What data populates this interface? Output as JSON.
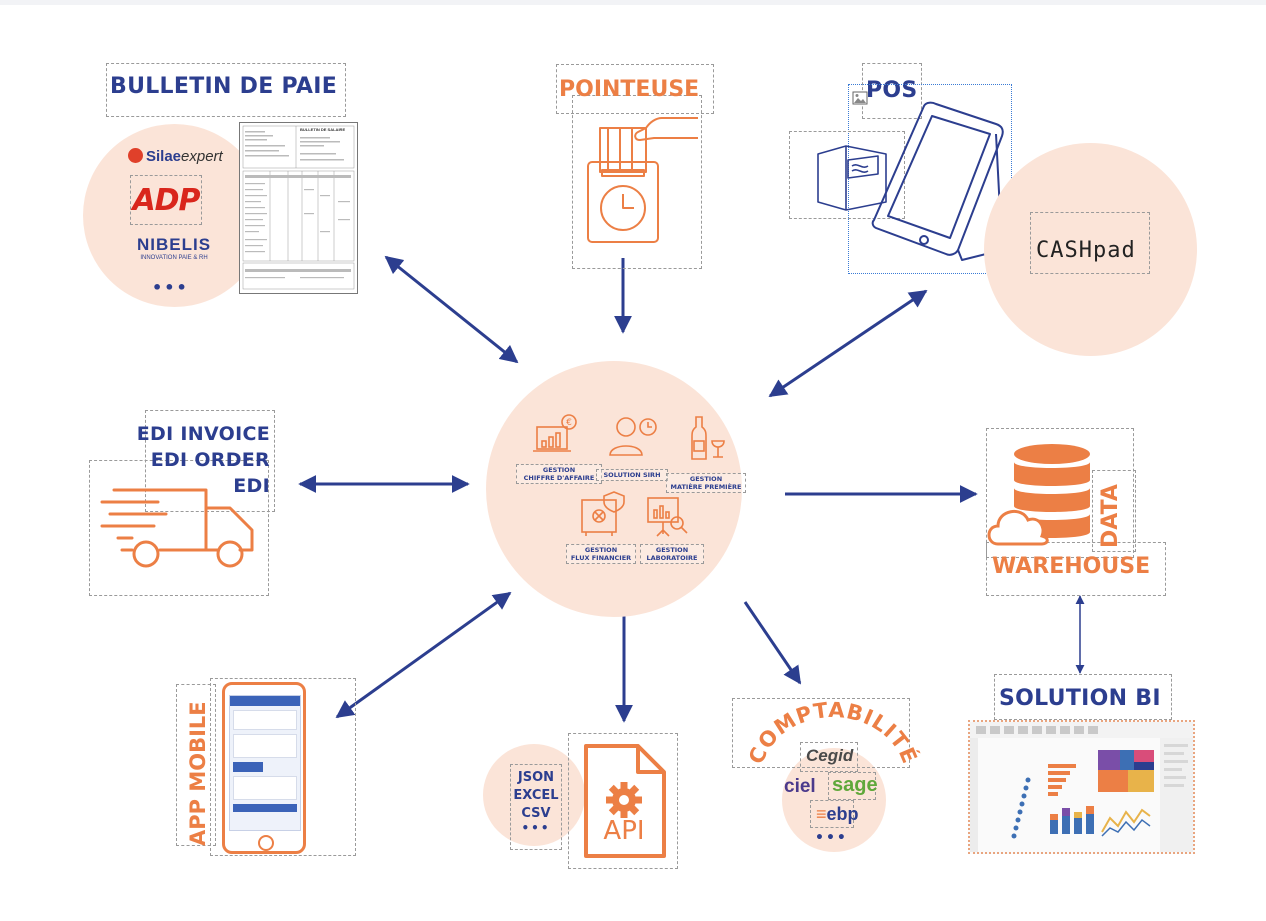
{
  "hub": {
    "modules": [
      {
        "line1": "GESTION",
        "line2": "CHIFFRE D'AFFAIRE",
        "icon": "revenue-chart-icon"
      },
      {
        "line1": "",
        "line2": "SOLUTION SIRH",
        "icon": "employee-clock-icon"
      },
      {
        "line1": "GESTION",
        "line2": "MATIÈRE PREMIÈRE",
        "icon": "wine-bottle-icon"
      },
      {
        "line1": "GESTION",
        "line2": "FLUX FINANCIER",
        "icon": "safe-icon"
      },
      {
        "line1": "GESTION",
        "line2": "LABORATOIRE",
        "icon": "analysis-board-icon"
      }
    ]
  },
  "nodes": {
    "bulletin": {
      "title": "BULLETIN DE PAIE",
      "payslip_title": "BULLETIN DE SALAIRE",
      "logos": {
        "silae": "Silae",
        "silae_suffix": "expert",
        "adp": "ADP",
        "nibelis": "NIBELIS",
        "nibelis_sub": "INNOVATION PAIE & RH"
      },
      "more": "•••"
    },
    "pointeuse": {
      "title": "POINTEUSE"
    },
    "pos": {
      "title": "POS",
      "logo": "CASHpad"
    },
    "edi": {
      "lines": [
        "EDI INVOICE",
        "EDI ORDER",
        "EDI"
      ]
    },
    "warehouse": {
      "title_vertical": "DATA",
      "title": "WAREHOUSE"
    },
    "app": {
      "title": "APP MOBILE"
    },
    "api": {
      "formats": [
        "JSON",
        "EXCEL",
        "CSV"
      ],
      "more": "•••",
      "file_label": "API"
    },
    "compta": {
      "title": "COMPTABILITÉ",
      "logos": {
        "cegid": "Cegid",
        "ciel": "ciel",
        "sage": "sage",
        "ebp": "ebp"
      },
      "more": "•••"
    },
    "bi": {
      "title": "SOLUTION BI"
    }
  },
  "colors": {
    "blue": "#2c3e8f",
    "orange": "#ec7f45",
    "peach": "#fbe4d8"
  }
}
